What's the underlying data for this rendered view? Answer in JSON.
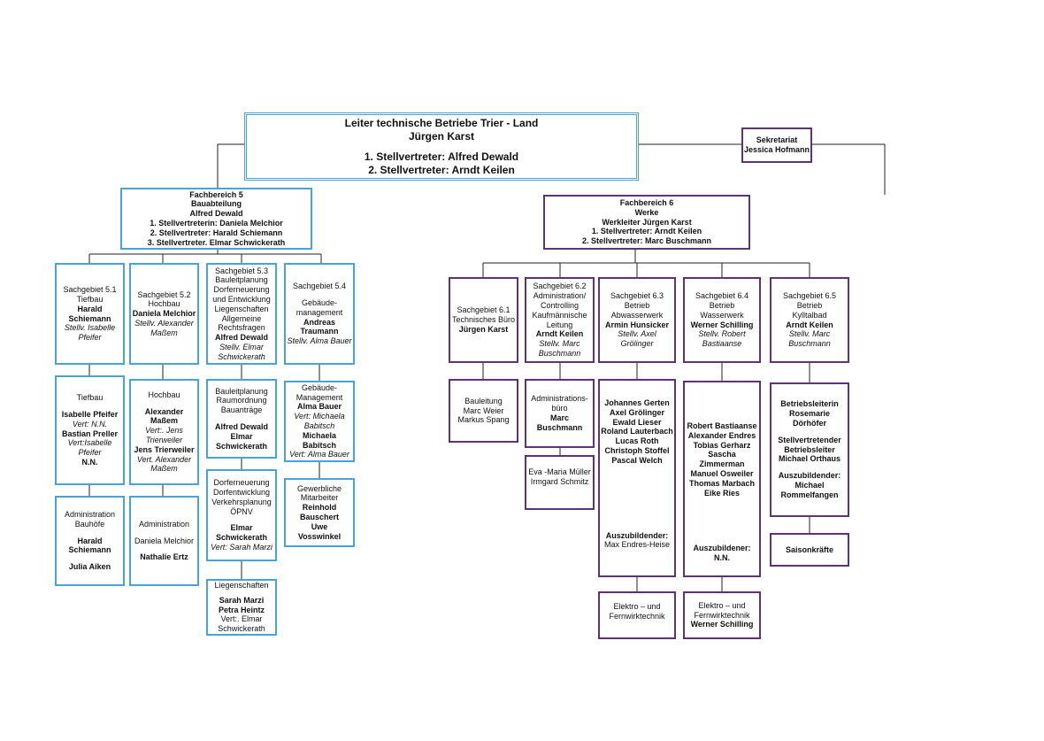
{
  "head": {
    "title": "Leiter technische Betriebe Trier - Land",
    "name": "Jürgen Karst",
    "dep1": "1. Stellvertreter: Alfred Dewald",
    "dep2": "2. Stellvertreter: Arndt Keilen"
  },
  "sekretariat": {
    "title": "Sekretariat",
    "name": "Jessica Hofmann"
  },
  "fb5": {
    "l1": "Fachbereich 5",
    "l2": "Bauabteilung",
    "l3": "Alfred Dewald",
    "l4": "1. Stellvertreterin: Daniela Melchior",
    "l5": "2. Stellvertreter: Harald Schiemann",
    "l6": "3. Stellvertreter. Elmar Schwickerath"
  },
  "fb6": {
    "l1": "Fachbereich 6",
    "l2": "Werke",
    "l3": "Werkleiter Jürgen Karst",
    "l4": "1. Stellvertreter: Arndt Keilen",
    "l5": "2. Stellvertreter: Marc Buschmann"
  },
  "sg51": {
    "l1": "Sachgebiet 5.1",
    "l2": "Tiefbau",
    "l3": "Harald",
    "l4": "Schiemann",
    "l5": "Stellv. Isabelle",
    "l6": "Pfeifer"
  },
  "sg52": {
    "l1": "Sachgebiet 5.2",
    "l2": "Hochbau",
    "l3": "Daniela Melchior",
    "l4": "Stellv. Alexander",
    "l5": "Maßem"
  },
  "sg53": {
    "l1": "Sachgebiet 5.3",
    "l2": "Bauleitplanung",
    "l3": "Dorferneuerung",
    "l4": "und Entwicklung",
    "l5": "Liegenschaften",
    "l6": "Allgemeine",
    "l7": "Rechtsfragen",
    "l8": "Alfred Dewald",
    "l9": "Stellv. Elmar",
    "l10": "Schwickerath"
  },
  "sg54": {
    "l1": "Sachgebiet 5.4",
    "l2": "Gebäude-",
    "l3": "management",
    "l4": "Andreas",
    "l5": "Traumann",
    "l6": "Stellv. Alma Bauer"
  },
  "tiefbau": {
    "l1": "Tiefbau",
    "l2": "Isabelle Pfeifer",
    "l3": "Vert: N.N.",
    "l4": "Bastian Preller",
    "l5": "Vert:Isabelle",
    "l6": "Pfeifer",
    "l7": "N.N."
  },
  "admin_bauhoefe": {
    "l1": "Administration",
    "l2": "Bauhöfe",
    "l3": "Harald",
    "l4": "Schiemann",
    "l5": "Julia Aiken"
  },
  "hochbau": {
    "l1": "Hochbau",
    "l2": "Alexander",
    "l3": "Maßem",
    "l4": "Vert:. Jens",
    "l5": "Trierweiler",
    "l6": "Jens Trierweiler",
    "l7": "Vert. Alexander",
    "l8": "Maßem"
  },
  "administration52": {
    "l1": "Administration",
    "l2": "Daniela Melchior",
    "l3": "Nathalie Ertz"
  },
  "bauleitplanung": {
    "l1": "Bauleitplanung",
    "l2": "Raumordnung",
    "l3": "Bauanträge",
    "l4": "Alfred Dewald",
    "l5": "Elmar",
    "l6": "Schwickerath"
  },
  "dorferneuerung": {
    "l1": "Dorferneuerung",
    "l2": "Dorfentwicklung",
    "l3": "Verkehrsplanung",
    "l4": "ÖPNV",
    "l5": "Elmar",
    "l6": "Schwickerath",
    "l7": "Vert: Sarah Marzi"
  },
  "liegenschaften": {
    "l1": "Liegenschaften",
    "l2": "Sarah Marzi",
    "l3": "Petra Heintz",
    "l4": "Vert:. Elmar",
    "l5": "Schwickerath"
  },
  "gebmgmt": {
    "l1": "Gebäude-",
    "l2": "Management",
    "l3": "Alma Bauer",
    "l4": "Vert: Michaela",
    "l5": "Babitsch",
    "l6": "Michaela",
    "l7": "Babitsch",
    "l8": "Vert: Alma Bauer"
  },
  "gewerbliche": {
    "l1": "Gewerbliche",
    "l2": "Mitarbeiter",
    "l3": "Reinhold",
    "l4": "Bauschert",
    "l5": "Uwe",
    "l6": "Vosswinkel"
  },
  "sg61": {
    "l1": "Sachgebiet 6.1",
    "l2": "Technisches Büro",
    "l3": "Jürgen Karst"
  },
  "sg62": {
    "l1": "Sachgebiet 6.2",
    "l2": "Administration/",
    "l3": "Controlling",
    "l4": "Kaufmännische",
    "l5": "Leitung",
    "l6": "Arndt Keilen",
    "l7": "Stellv. Marc",
    "l8": "Buschmann"
  },
  "sg63": {
    "l1": "Sachgebiet 6.3",
    "l2": "Betrieb",
    "l3": "Abwasserwerk",
    "l4": "Armin Hunsicker",
    "l5": "Stellv. Axel",
    "l6": "Grölinger"
  },
  "sg64": {
    "l1": "Sachgebiet 6.4",
    "l2": "Betrieb",
    "l3": "Wasserwerk",
    "l4": "Werner Schilling",
    "l5": "Stellv. Robert",
    "l6": "Bastiaanse"
  },
  "sg65": {
    "l1": "Sachgebiet 6.5",
    "l2": "Betrieb",
    "l3": "Kylltalbad",
    "l4": "Arndt Keilen",
    "l5": "Stellv. Marc",
    "l6": "Buschmann"
  },
  "bauleitung": {
    "l1": "Bauleitung",
    "l2": "Marc Weier",
    "l3": "Markus Spang"
  },
  "adminbuero": {
    "l1": "Administrations-",
    "l2": "büro",
    "l3": "Marc",
    "l4": "Buschmann"
  },
  "eva": {
    "l1": "Eva -Maria Müller",
    "l2": "Irmgard Schmitz"
  },
  "abwasser_team": {
    "l1": "Johannes Gerten",
    "l2": "Axel Grölinger",
    "l3": "Ewald Lieser",
    "l4": "Roland Lauterbach",
    "l5": "Lucas Roth",
    "l6": "Christoph Stoffel",
    "l7": "Pascal Welch",
    "l8": "Auszubildender:",
    "l9": "Max Endres-Heise"
  },
  "wasser_team": {
    "l1": "Robert Bastiaanse",
    "l2": "Alexander Endres",
    "l3": "Tobias Gerharz",
    "l4": "Sascha",
    "l5": "Zimmerman",
    "l6": "Manuel Osweiler",
    "l7": "Thomas Marbach",
    "l8": "Eike Ries",
    "l9": "Auszubildener:",
    "l10": "N.N."
  },
  "bad_team": {
    "l1": "Betriebsleiterin",
    "l2": "Rosemarie",
    "l3": "Dörhöfer",
    "l4": "Stellvertretender",
    "l5": "Betriebsleiter",
    "l6": "Michael Orthaus",
    "l7": "Auszubildender:",
    "l8": "Michael",
    "l9": "Rommelfangen"
  },
  "saison": {
    "l1": "Saisonkräfte"
  },
  "elektro63": {
    "l1": "Elektro – und",
    "l2": "Fernwirktechnik"
  },
  "elektro64": {
    "l1": "Elektro – und",
    "l2": "Fernwirktechnik",
    "l3": "Werner Schilling"
  }
}
